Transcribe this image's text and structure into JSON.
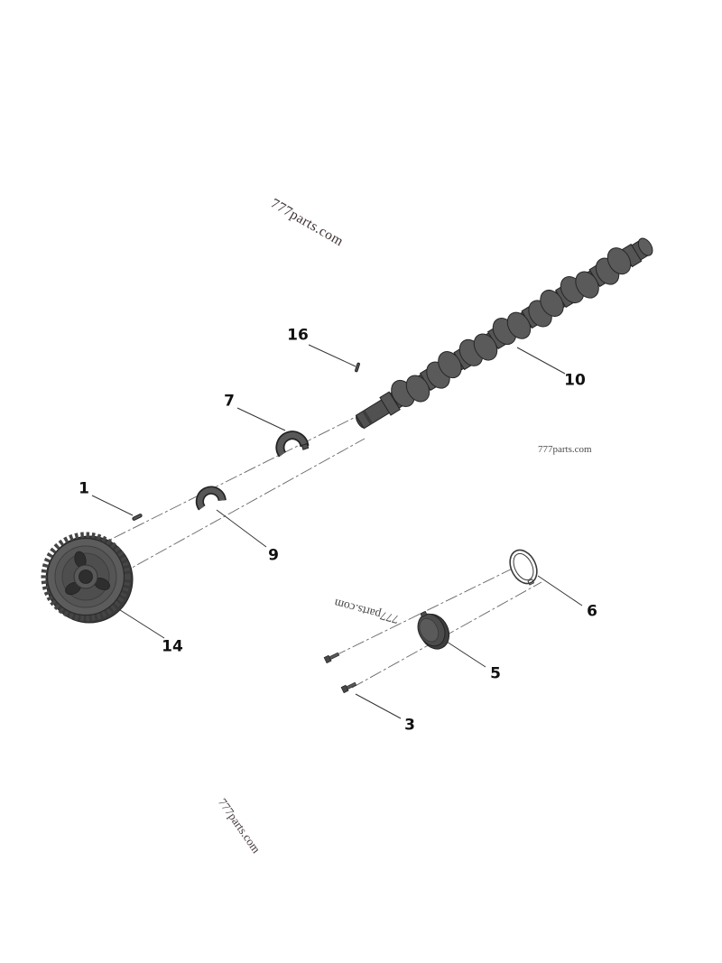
{
  "watermarks": {
    "top": "777parts.com",
    "right": "777parts.com",
    "center": "777parts.com",
    "bottom": "777parts.com"
  },
  "part_labels": {
    "p1": "1",
    "p3": "3",
    "p5": "5",
    "p6": "6",
    "p7": "7",
    "p9": "9",
    "p10": "10",
    "p14": "14",
    "p16": "16"
  },
  "colors": {
    "background": "#ffffff",
    "part_fill": "#515151",
    "part_outline": "#232323",
    "centerline": "#666666",
    "leader_line": "#333333",
    "label_text": "#111111",
    "watermark": "#3d3030"
  }
}
